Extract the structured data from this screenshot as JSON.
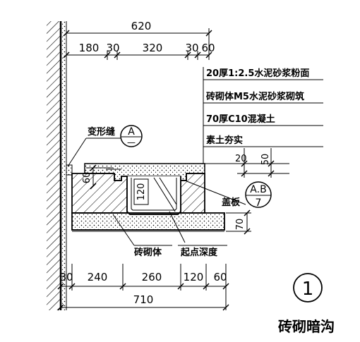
{
  "dimensions_top": {
    "overall": "620",
    "parts": [
      "180",
      "30",
      "320",
      "30",
      "60"
    ]
  },
  "dimensions_bottom": {
    "overall": "710",
    "parts": [
      "30",
      "240",
      "260",
      "120",
      "60"
    ]
  },
  "layer_labels": [
    "20厚1:2.5水泥砂浆粉面",
    "砖砌体M5水泥砂浆砌筑",
    "70厚C10混凝土",
    "素土夯实"
  ],
  "callouts": {
    "joint": "变形缝",
    "detail_a_top": "A",
    "detail_a_bottom": "—",
    "detail_ab_top": "A.B",
    "detail_ab_bottom": "7",
    "cover": "盖板",
    "masonry": "砖砌体",
    "start_depth": "起点深度"
  },
  "side_dimensions": {
    "d20": "20",
    "d50": "50",
    "d60": "60",
    "d120": "120",
    "d70": "70"
  },
  "figure": {
    "number": "1",
    "title": "砖砌暗沟"
  }
}
